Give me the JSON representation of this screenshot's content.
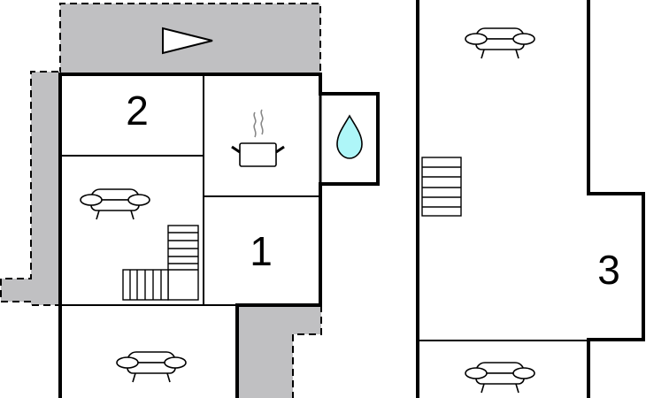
{
  "floorplan": {
    "rooms": [
      {
        "label": "2"
      },
      {
        "label": "1"
      },
      {
        "label": "3"
      }
    ],
    "colors": {
      "terrace": "#c0c0c2",
      "water": "#aef6f8",
      "wall": "#000000",
      "steam": "#888888"
    }
  }
}
